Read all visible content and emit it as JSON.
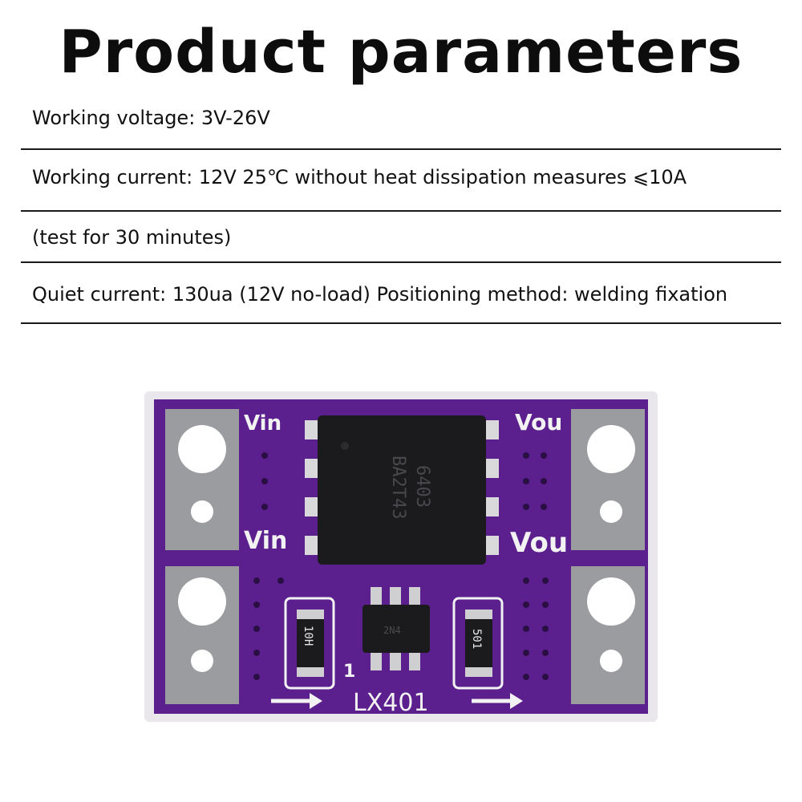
{
  "title": "Product parameters",
  "params": {
    "voltage": "Working voltage: 3V-26V",
    "current": "Working current: 12V 25℃ without heat dissipation measures ⩽10A",
    "test": "(test for 30 minutes)",
    "quiet": "Quiet current: 130ua (12V no-load)   Positioning method: welding fixation"
  },
  "board": {
    "colors": {
      "pcb": "#5b1f8e",
      "pcb_edge": "#e9e7ec",
      "pad": "#9a9ca0",
      "chip": "#1b1b1d"
    },
    "silk": {
      "vin_top": "Vin",
      "vin_bottom": "Vin",
      "vout_top": "Vou",
      "vout_bottom": "Vou",
      "chip_line1": "6403",
      "chip_line2": "BA2T43",
      "small_chip": "2N4",
      "res_left": "10H",
      "res_right": "501",
      "pin_one": "1",
      "model": "LX401"
    }
  }
}
